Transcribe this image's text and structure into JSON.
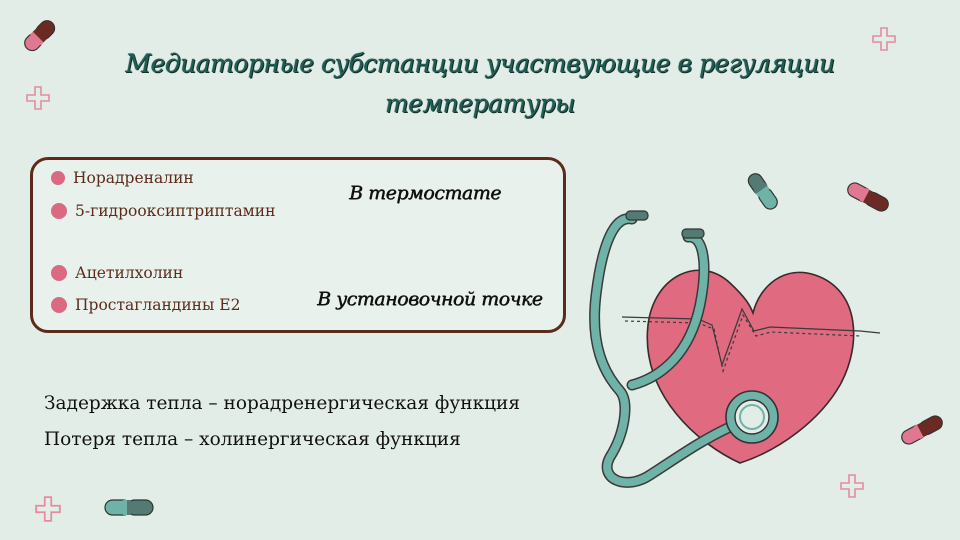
{
  "title": {
    "line1": "Медиаторные субстанции участвующие в регуляции",
    "line2": "температуры"
  },
  "box": {
    "items": [
      {
        "label": "Норадреналин"
      },
      {
        "label": "5-гидрооксиптриптамин"
      },
      {
        "label": "Ацетилхолин"
      },
      {
        "label": "Простагландины  Е2"
      }
    ],
    "thermostat_label": "В термостате",
    "setpoint_label": "В установочной точке"
  },
  "functions": {
    "line1": "Задержка тепла – норадренергическая функция",
    "line2": "Потеря тепла – холинергическая функция"
  },
  "colors": {
    "background": "#e3ede7",
    "title": "#1f5d55",
    "box_border": "#5b2b1b",
    "bullet": "#d96a82",
    "heart": "#e06a80",
    "stethoscope": "#6fb3a8"
  },
  "decor": {
    "icons": [
      "pill-icon",
      "plus-icon",
      "heart-icon",
      "stethoscope-icon",
      "heartbeat-line-icon"
    ]
  }
}
